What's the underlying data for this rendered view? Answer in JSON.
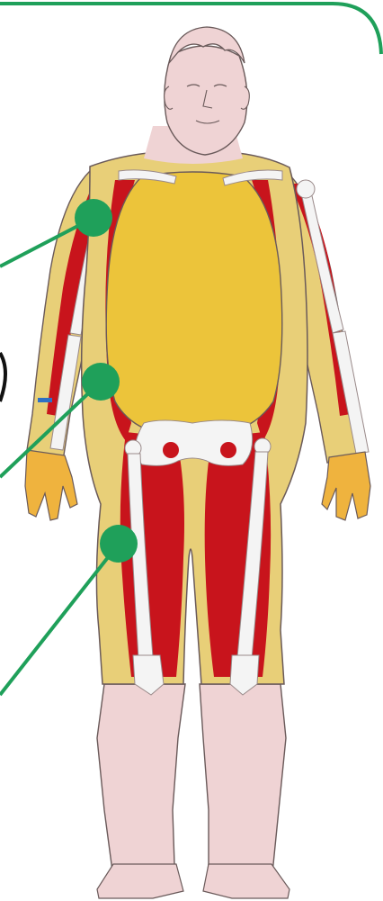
{
  "figure": {
    "subject": "body-composition-illustration",
    "colors": {
      "frame": "#1fa05a",
      "marker": "#1fa05a",
      "skin": "#efd3d4",
      "subcutaneous_fat": "#e8cf78",
      "visceral_fat": "#ecc43a",
      "muscle": "#c8141c",
      "bone": "#f4f4f4",
      "hand": "#efb33e",
      "band": "#2f6fc4"
    },
    "markers": [
      {
        "name": "upper-arm-marker",
        "icon": "green-dot"
      },
      {
        "name": "waist-marker",
        "icon": "green-dot"
      },
      {
        "name": "thigh-marker",
        "icon": "green-dot"
      }
    ]
  }
}
